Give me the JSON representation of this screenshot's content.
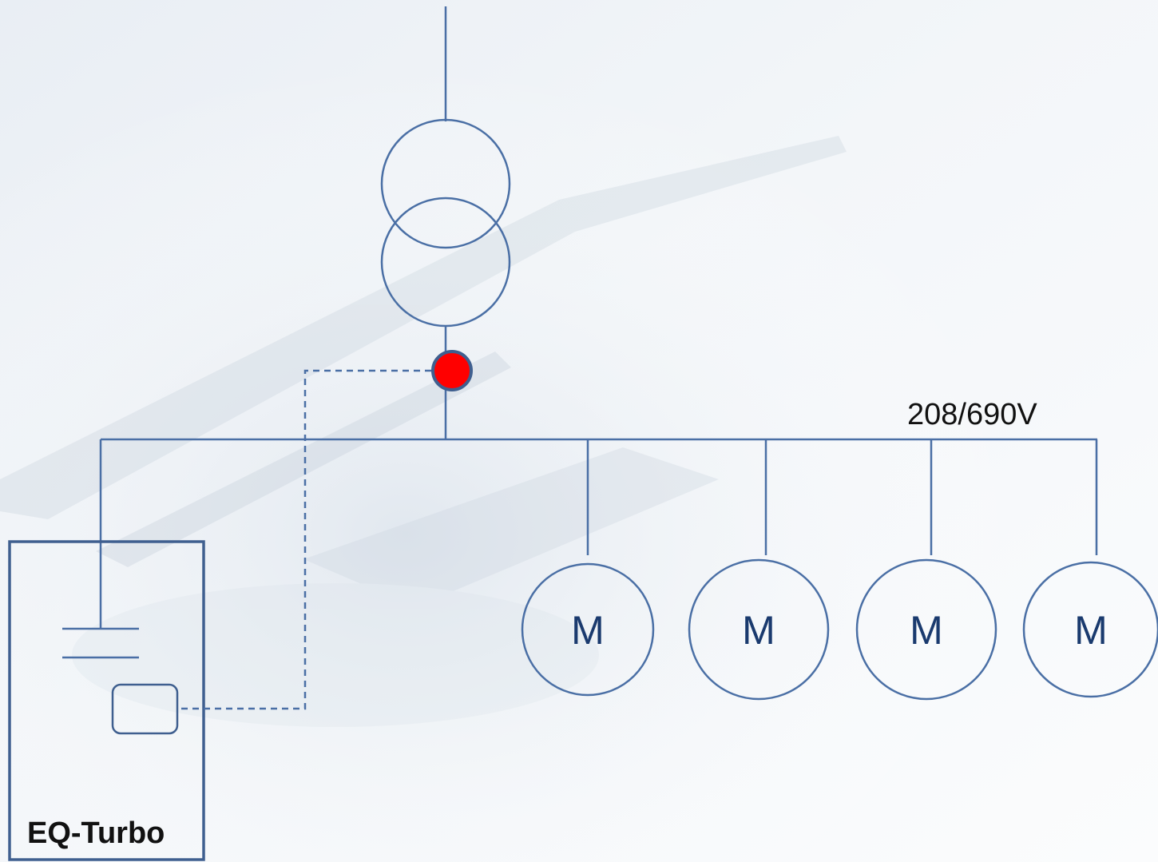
{
  "diagram": {
    "bus_voltage": "208/690V",
    "device_name": "EQ-Turbo",
    "motors": [
      {
        "label": "M"
      },
      {
        "label": "M"
      },
      {
        "label": "M"
      },
      {
        "label": "M"
      }
    ],
    "colors": {
      "line": "#4a6fa5",
      "device_box": "#3f5f8f",
      "measurement_point": "#ff0000",
      "background_top": "#f6f9fc",
      "background_bottom": "#e8eef4"
    }
  }
}
